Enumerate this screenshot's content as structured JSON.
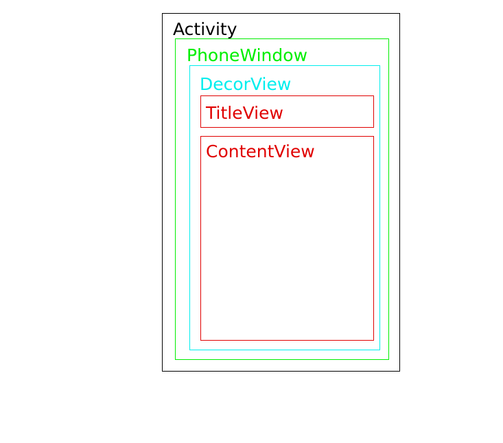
{
  "layers": {
    "activity": {
      "label": "Activity",
      "color": "#000000"
    },
    "phonewindow": {
      "label": "PhoneWindow",
      "color": "#00ee00"
    },
    "decorview": {
      "label": "DecorView",
      "color": "#00eeee"
    },
    "titleview": {
      "label": "TitleView",
      "color": "#e00000"
    },
    "contentview": {
      "label": "ContentView",
      "color": "#e00000"
    }
  }
}
